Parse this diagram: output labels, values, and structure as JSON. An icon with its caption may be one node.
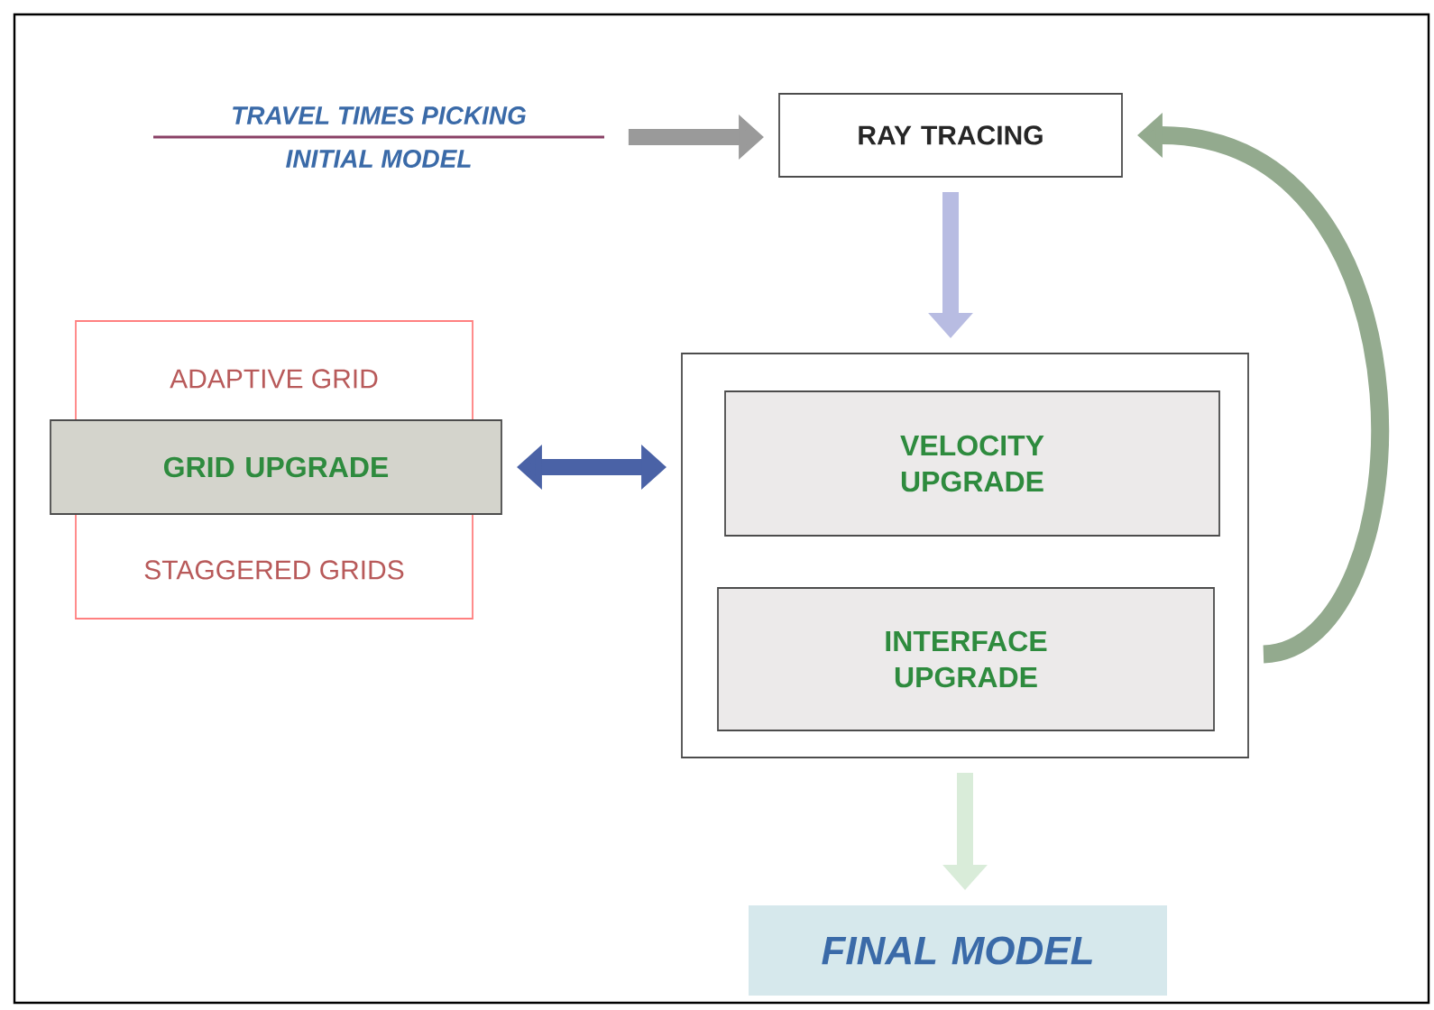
{
  "diagram": {
    "nodes": [
      {
        "text": [
          "TRAVEL TIMES PICKING",
          "INITIAL MODEL"
        ]
      },
      {
        "text": [
          "RAY TRACING"
        ]
      },
      {
        "text": [
          "ADAPTIVE GRID",
          "STAGGERED GRIDS"
        ]
      },
      {
        "text": [
          "GRID UPGRADE"
        ]
      },
      {
        "text": [],
        "shape": "box"
      },
      {
        "text": [
          "VELOCITY UPGRADE"
        ],
        "in": 4
      },
      {
        "text": [
          "INTERFACE UPGRADE"
        ],
        "in": 4
      },
      {
        "text": [
          "FINAL MODEL"
        ]
      }
    ],
    "edges": [
      {
        "from": 0,
        "to": 1,
        "arrow": "to",
        "color": "#9a9a9a"
      },
      {
        "from": 1,
        "to": 4,
        "arrow": "to",
        "color": "#b8bce2"
      },
      {
        "from": 3,
        "to": 4,
        "arrow": "both",
        "color": "#4a62a6"
      },
      {
        "from": 4,
        "to": 7,
        "arrow": "to",
        "color": "#d9ecd9"
      },
      {
        "from": 4,
        "to": 1,
        "arrow": "to",
        "color": "#93aa8e"
      }
    ]
  }
}
